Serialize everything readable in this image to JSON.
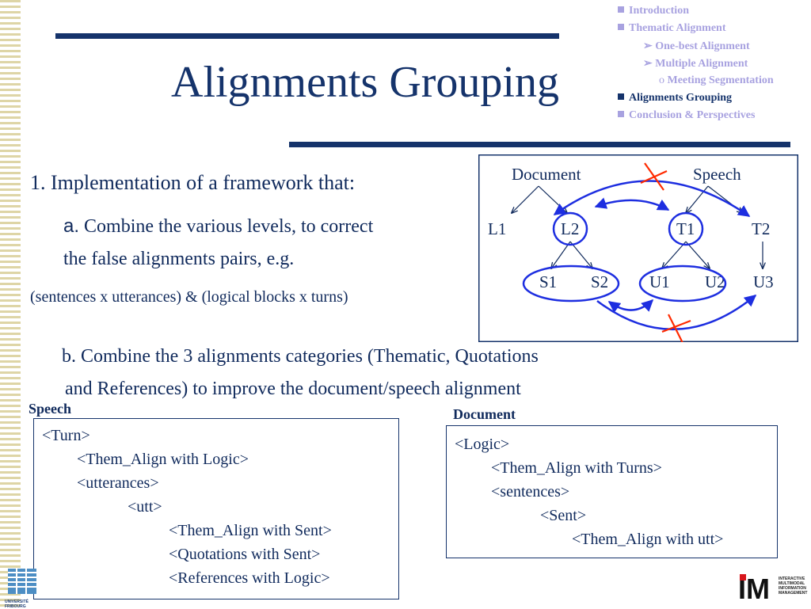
{
  "slide": {
    "title": "Alignments Grouping",
    "toc": [
      {
        "label": "Introduction",
        "level": 1,
        "current": false
      },
      {
        "label": "Thematic Alignment",
        "level": 1,
        "current": false
      },
      {
        "label": "One-best Alignment",
        "level": 2,
        "current": false
      },
      {
        "label": "Multiple Alignment",
        "level": 2,
        "current": false
      },
      {
        "label": "Meeting Segmentation",
        "level": 3,
        "current": false
      },
      {
        "label": "Alignments Grouping",
        "level": 1,
        "current": true
      },
      {
        "label": "Conclusion & Perspectives",
        "level": 1,
        "current": false
      }
    ],
    "point1": "1.  Implementation of a framework that:",
    "point_a_prefix": "a.",
    "point_a_line1": "Combine the various levels, to correct",
    "point_a_line2": "the false alignments pairs, e.g.",
    "example": "(sentences x utterances) & (logical blocks x turns)",
    "point_b_line1": "b. Combine the 3 alignments categories (Thematic, Quotations",
    "point_b_line2": "and References) to improve the document/speech alignment"
  },
  "diagram": {
    "document": "Document",
    "speech": "Speech",
    "nodes": [
      "L1",
      "L2",
      "T1",
      "T2",
      "S1",
      "S2",
      "U1",
      "U2",
      "U3"
    ],
    "colors": {
      "link": "#1d2ee0",
      "cross": "#ff2a00",
      "text": "#102a5c"
    }
  },
  "speech_box": {
    "label": "Speech",
    "lines": [
      "<Turn>",
      "<Them_Align with Logic>",
      "<utterances>",
      "<utt>",
      "<Them_Align with Sent>",
      "<Quotations   with Sent>",
      "<References   with Logic>"
    ]
  },
  "document_box": {
    "label": "Document",
    "lines": [
      "<Logic>",
      "<Them_Align with Turns>",
      "<sentences>",
      "<Sent>",
      "<Them_Align with utt>"
    ]
  },
  "logos": {
    "left": "UNIVERSITÉ FRIBOURG",
    "right_mark": "IM",
    "right_text": [
      "INTERACTIVE",
      "MULTIMODAL",
      "INFORMATION",
      "MANAGEMENT"
    ]
  }
}
